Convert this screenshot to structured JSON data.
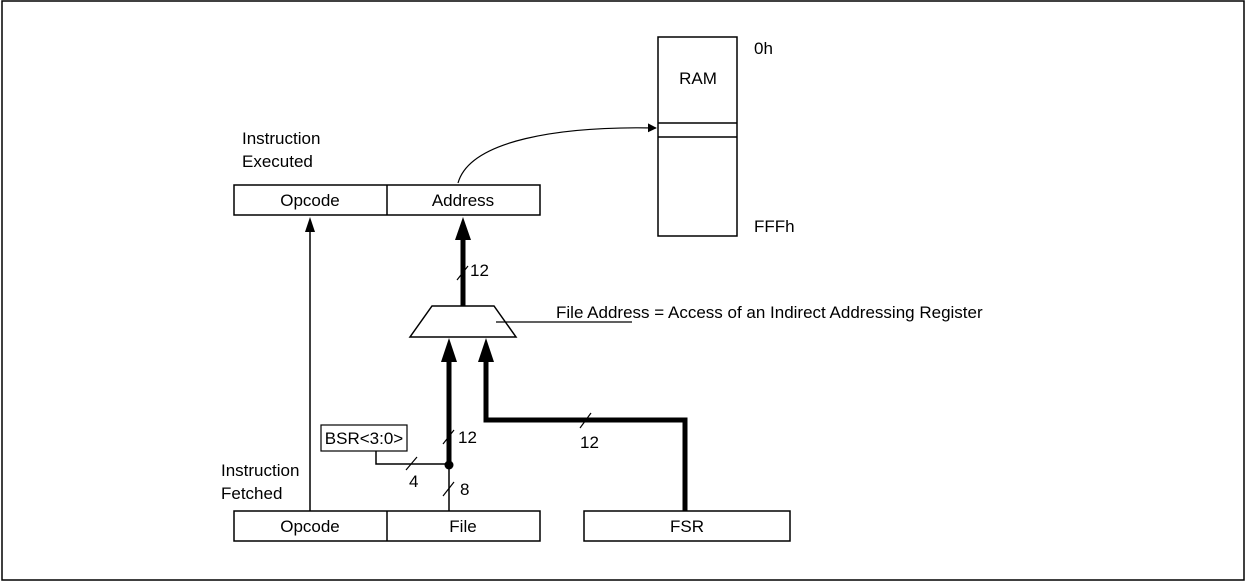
{
  "ram": {
    "label": "RAM",
    "start_address": "0h",
    "end_address": "FFFh"
  },
  "instruction_executed": {
    "caption_line1": "Instruction",
    "caption_line2": "Executed",
    "opcode_label": "Opcode",
    "address_label": "Address"
  },
  "instruction_fetched": {
    "caption_line1": "Instruction",
    "caption_line2": "Fetched",
    "opcode_label": "Opcode",
    "file_label": "File"
  },
  "bsr": {
    "label": "BSR<3:0>"
  },
  "fsr": {
    "label": "FSR"
  },
  "mux": {
    "annotation": "File Address = Access of an Indirect Addressing Register"
  },
  "bus_widths": {
    "address_bus": "12",
    "file_path_bus": "12",
    "fsr_bus": "12",
    "bsr_bus": "4",
    "file_bus": "8"
  }
}
